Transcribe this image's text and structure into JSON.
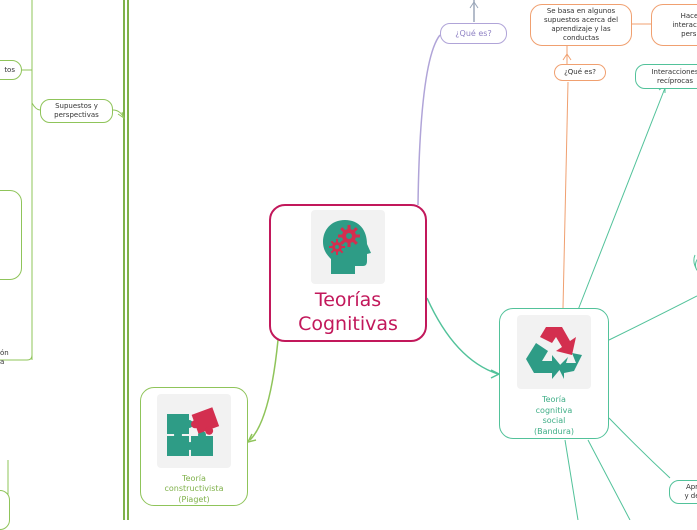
{
  "central": {
    "title": "Teorías Cognitivas"
  },
  "que_es_main": "¿Qué es?",
  "supuestos": "Supuestos y perspectivas",
  "piaget": {
    "caption": "Teoría constructivista (Piaget)"
  },
  "bandura": {
    "caption": "Teoría cognitiva social (Bandura)"
  },
  "que_es_bandura": "¿Qué es?",
  "se_basa": "Se basa en algunos supuestos acerca del aprendizaje y las conductas",
  "hace": "Hace r interacc de pers y",
  "interacciones": "Interacciones recíprocas",
  "aprend": "Apr y de",
  "left_top_fragment": "tos",
  "left_mid_fragment": "ón a",
  "colors": {
    "central": "#c2185b",
    "green": "#8fc45a",
    "teal": "#52c29a",
    "orange": "#f0a070",
    "purple": "#b0a4d8",
    "gear_red": "#d32f4f",
    "head_teal": "#2e9c86"
  },
  "icons": [
    "head-gears-icon",
    "puzzle-icon",
    "recycle-icon"
  ]
}
